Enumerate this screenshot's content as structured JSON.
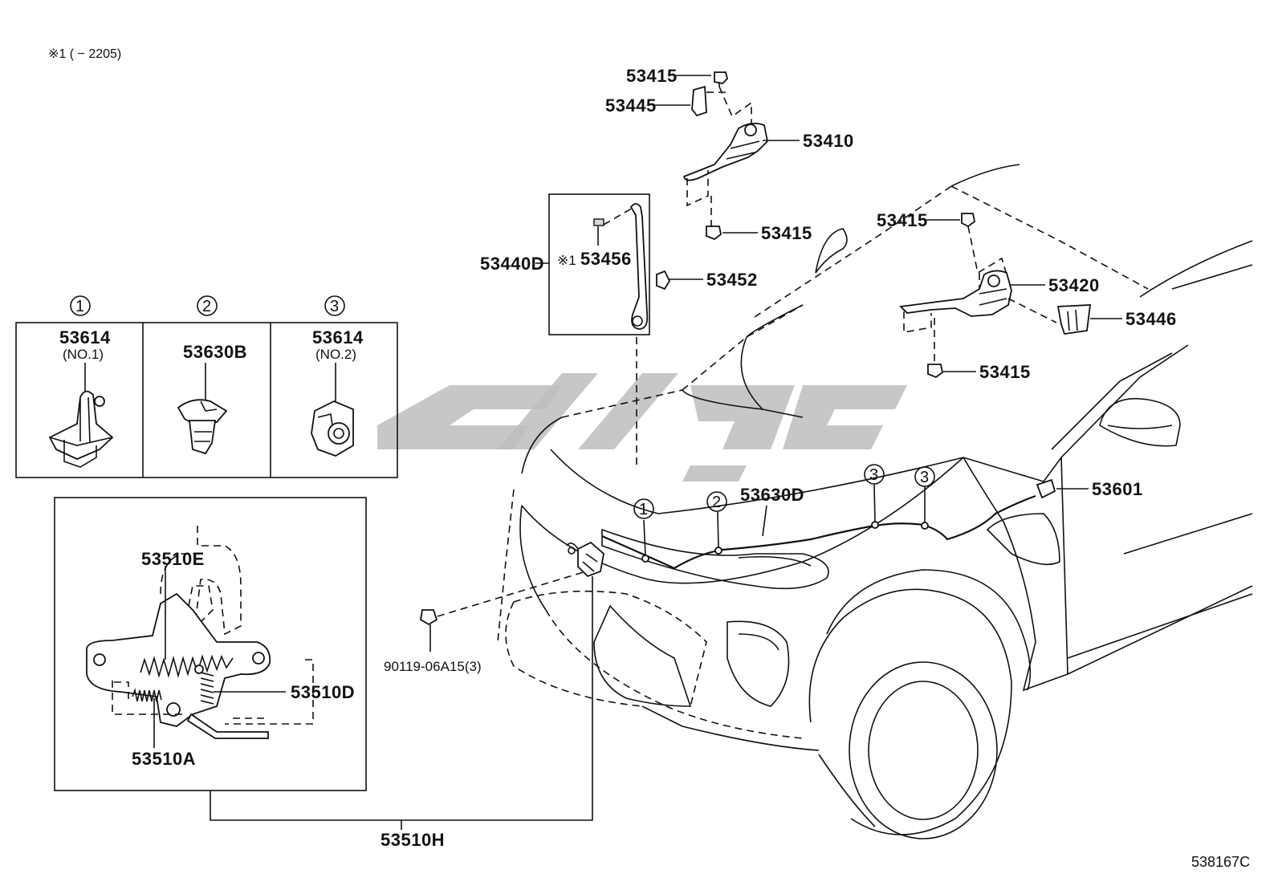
{
  "diagram": {
    "note": "※1 (  − 2205)",
    "figure_id": "538167C",
    "inset_labels": {
      "one": {
        "marker": "1",
        "code": "53614",
        "sub": "(NO.1)"
      },
      "two": {
        "marker": "2",
        "code": "53630B"
      },
      "three": {
        "marker": "3",
        "code": "53614",
        "sub": "(NO.2)"
      }
    },
    "latch_labels": {
      "e": "53510E",
      "d": "53510D",
      "a": "53510A",
      "h": "53510H"
    },
    "rod_labels": {
      "rod": "53440D",
      "clip_note": "※1",
      "clip": "53456",
      "holder": "53452"
    },
    "hinge_left": {
      "bolt_top": "53415",
      "cover": "53445",
      "hinge": "53410",
      "bolt_bottom": "53415"
    },
    "hinge_right": {
      "bolt_top": "53415",
      "hinge": "53420",
      "cover": "53446",
      "bolt_bottom": "53415"
    },
    "body_labels": {
      "seal": "53630D",
      "cushion": "53601",
      "bolt": "90119-06A15(3)"
    },
    "markers": {
      "m1": "1",
      "m2": "2",
      "m3a": "3",
      "m3b": "3"
    }
  }
}
